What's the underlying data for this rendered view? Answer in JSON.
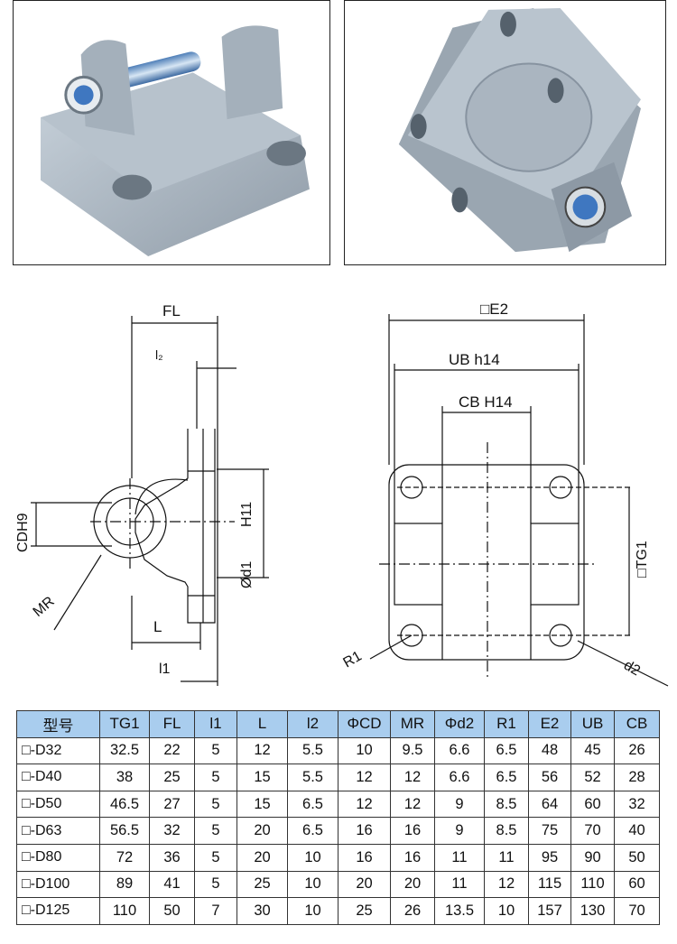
{
  "photos": {
    "left": {
      "description_icon": "pin-clevis-bracket-photo"
    },
    "right": {
      "description_icon": "square-flange-bracket-photo"
    }
  },
  "drawing": {
    "side_view": {
      "labels": {
        "fl": "FL",
        "l2": "l₂",
        "cdh9": "CDH9",
        "h11": "H11",
        "od1": "Ød1",
        "mr": "MR",
        "l": "L",
        "l1": "l1"
      }
    },
    "front_view": {
      "labels": {
        "e2": "□E2",
        "ub": "UB h14",
        "cb": "CB H14",
        "tg1": "□TG1",
        "r1": "R1",
        "d2": "d2"
      }
    }
  },
  "table": {
    "headers": [
      "型号",
      "TG1",
      "FL",
      "l1",
      "L",
      "l2",
      "ΦCD",
      "MR",
      "Φd2",
      "R1",
      "E2",
      "UB",
      "CB"
    ],
    "rows": [
      [
        "□-D32",
        "32.5",
        "22",
        "5",
        "12",
        "5.5",
        "10",
        "9.5",
        "6.6",
        "6.5",
        "48",
        "45",
        "26"
      ],
      [
        "□-D40",
        "38",
        "25",
        "5",
        "15",
        "5.5",
        "12",
        "12",
        "6.6",
        "6.5",
        "56",
        "52",
        "28"
      ],
      [
        "□-D50",
        "46.5",
        "27",
        "5",
        "15",
        "6.5",
        "12",
        "12",
        "9",
        "8.5",
        "64",
        "60",
        "32"
      ],
      [
        "□-D63",
        "56.5",
        "32",
        "5",
        "20",
        "6.5",
        "16",
        "16",
        "9",
        "8.5",
        "75",
        "70",
        "40"
      ],
      [
        "□-D80",
        "72",
        "36",
        "5",
        "20",
        "10",
        "16",
        "16",
        "11",
        "11",
        "95",
        "90",
        "50"
      ],
      [
        "□-D100",
        "89",
        "41",
        "5",
        "25",
        "10",
        "20",
        "20",
        "11",
        "12",
        "115",
        "110",
        "60"
      ],
      [
        "□-D125",
        "110",
        "50",
        "7",
        "30",
        "10",
        "25",
        "26",
        "13.5",
        "10",
        "157",
        "130",
        "70"
      ]
    ]
  }
}
